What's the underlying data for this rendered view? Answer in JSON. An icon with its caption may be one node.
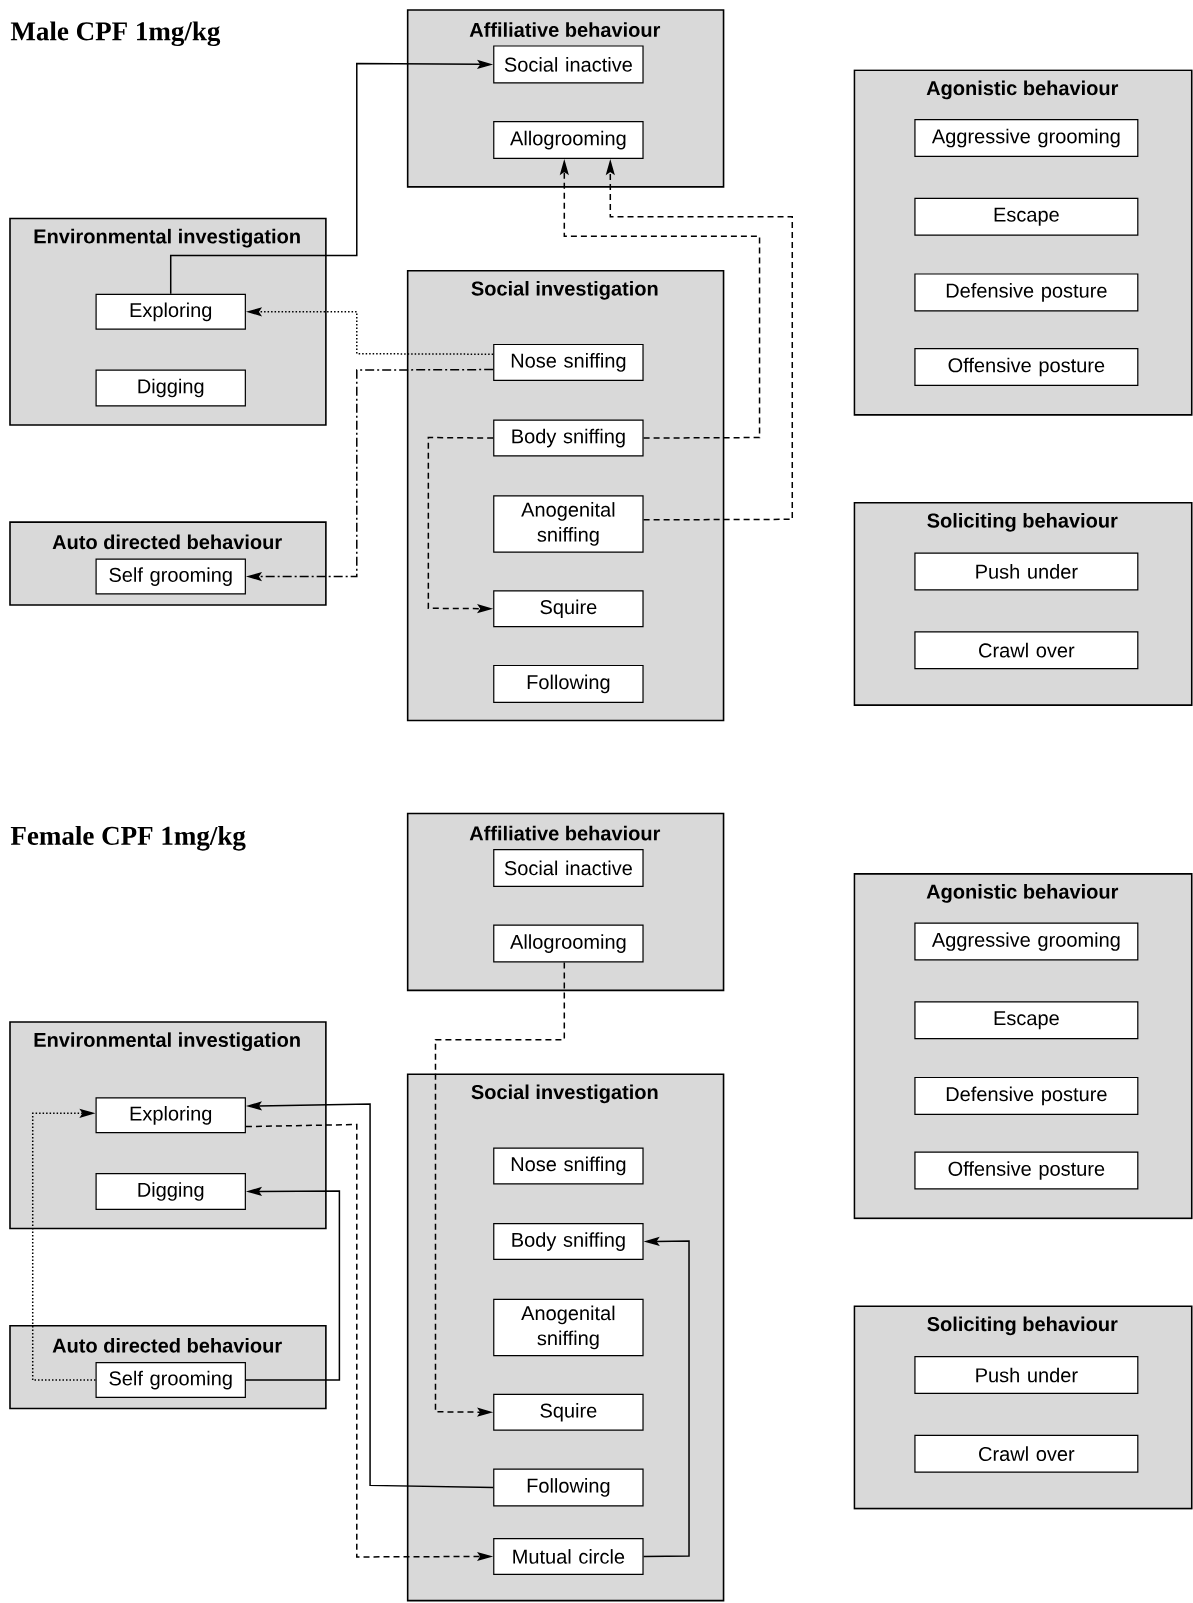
{
  "diagram": {
    "nodes": [
      {
        "text": [
          "Affiliative behaviour"
        ]
      },
      {
        "text": [
          "Social inactive"
        ],
        "in": 0
      },
      {
        "text": [
          "Allogrooming"
        ],
        "in": 0
      },
      {
        "text": [
          "Agonistic behaviour"
        ]
      },
      {
        "text": [
          "Aggressive grooming"
        ],
        "in": 3
      },
      {
        "text": [
          "Escape"
        ],
        "in": 3
      },
      {
        "text": [
          "Defensive posture"
        ],
        "in": 3
      },
      {
        "text": [
          "Offensive posture"
        ],
        "in": 3
      },
      {
        "text": [
          "Environmental investigation"
        ]
      },
      {
        "text": [
          "Exploring"
        ],
        "in": 8
      },
      {
        "text": [
          "Digging"
        ],
        "in": 8
      },
      {
        "text": [
          "Social investigation"
        ]
      },
      {
        "text": [
          "Nose sniffing"
        ],
        "in": 11
      },
      {
        "text": [
          "Body sniffing"
        ],
        "in": 11
      },
      {
        "text": [
          "Anogenital sniffing"
        ],
        "in": 11
      },
      {
        "text": [
          "Squire"
        ],
        "in": 11
      },
      {
        "text": [
          "Following"
        ],
        "in": 11
      },
      {
        "text": [
          "Soliciting behaviour"
        ]
      },
      {
        "text": [
          "Push under"
        ],
        "in": 17
      },
      {
        "text": [
          "Crawl over"
        ],
        "in": 17
      },
      {
        "text": [
          "Auto directed behaviour"
        ]
      },
      {
        "text": [
          "Self grooming"
        ],
        "in": 20
      },
      {
        "text": [
          "Affiliative behaviour"
        ]
      },
      {
        "text": [
          "Social inactive"
        ],
        "in": 22
      },
      {
        "text": [
          "Allogrooming"
        ],
        "in": 22
      },
      {
        "text": [
          "Agonistic behaviour"
        ]
      },
      {
        "text": [
          "Aggressive grooming"
        ],
        "in": 25
      },
      {
        "text": [
          "Escape"
        ],
        "in": 25
      },
      {
        "text": [
          "Defensive posture"
        ],
        "in": 25
      },
      {
        "text": [
          "Offensive posture"
        ],
        "in": 25
      },
      {
        "text": [
          "Environmental investigation"
        ]
      },
      {
        "text": [
          "Exploring"
        ],
        "in": 30
      },
      {
        "text": [
          "Digging"
        ],
        "in": 30
      },
      {
        "text": [
          "Social investigation"
        ]
      },
      {
        "text": [
          "Nose sniffing"
        ],
        "in": 33
      },
      {
        "text": [
          "Body sniffing"
        ],
        "in": 33
      },
      {
        "text": [
          "Anogenital sniffing"
        ],
        "in": 33
      },
      {
        "text": [
          "Squire"
        ],
        "in": 33
      },
      {
        "text": [
          "Following"
        ],
        "in": 33
      },
      {
        "text": [
          "Mutual circle"
        ],
        "in": 33
      },
      {
        "text": [
          "Soliciting behaviour"
        ]
      },
      {
        "text": [
          "Push under"
        ],
        "in": 40
      },
      {
        "text": [
          "Crawl over"
        ],
        "in": 40
      },
      {
        "text": [
          "Auto directed behaviour"
        ]
      },
      {
        "text": [
          "Self grooming"
        ],
        "in": 43
      }
    ],
    "edges": [
      {
        "from": 9,
        "to": 1,
        "arrow": "to"
      },
      {
        "from": 12,
        "to": 9,
        "arrow": "to",
        "style": "dashed"
      },
      {
        "from": 12,
        "to": 21,
        "arrow": "to",
        "style": "dashed"
      },
      {
        "from": 13,
        "to": 2,
        "arrow": "to",
        "style": "dashed"
      },
      {
        "from": 14,
        "to": 2,
        "arrow": "to",
        "style": "dashed"
      },
      {
        "from": 13,
        "to": 15,
        "arrow": "to",
        "style": "dashed"
      },
      {
        "from": 24,
        "to": 37,
        "arrow": "to",
        "style": "dashed"
      },
      {
        "from": 44,
        "to": 31,
        "arrow": "to",
        "style": "dashed"
      },
      {
        "from": 38,
        "to": 31,
        "arrow": "to"
      },
      {
        "from": 44,
        "to": 32,
        "arrow": "to"
      },
      {
        "from": 31,
        "to": 39,
        "arrow": "to",
        "style": "dashed"
      },
      {
        "from": 39,
        "to": 35,
        "arrow": "to"
      }
    ],
    "labels": [
      "Male CPF 1mg/kg",
      "Female CPF 1mg/kg"
    ]
  }
}
